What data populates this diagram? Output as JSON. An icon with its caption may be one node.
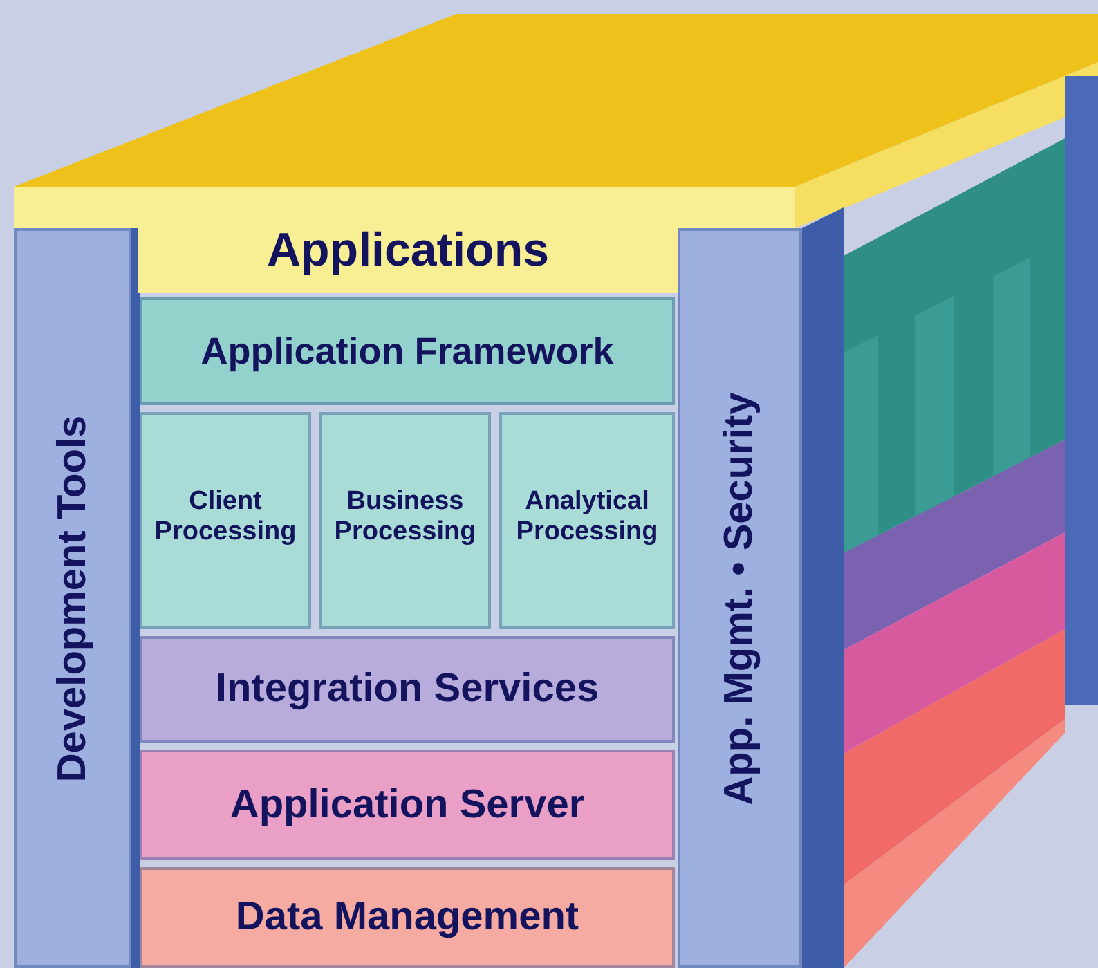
{
  "diagram": {
    "nodes": [
      {
        "text": [
          "Applications"
        ]
      },
      {
        "text": [
          "Application Framework"
        ]
      },
      {
        "text": [
          "Client Processing"
        ]
      },
      {
        "text": [
          "Business Processing"
        ]
      },
      {
        "text": [
          "Analytical Processing"
        ]
      },
      {
        "text": [
          "Integration Services"
        ]
      },
      {
        "text": [
          "Application Server"
        ]
      },
      {
        "text": [
          "Data Management"
        ]
      },
      {
        "text": [
          "Development Tools"
        ]
      },
      {
        "text": [
          "App. Mgmt. • Security"
        ]
      }
    ]
  }
}
